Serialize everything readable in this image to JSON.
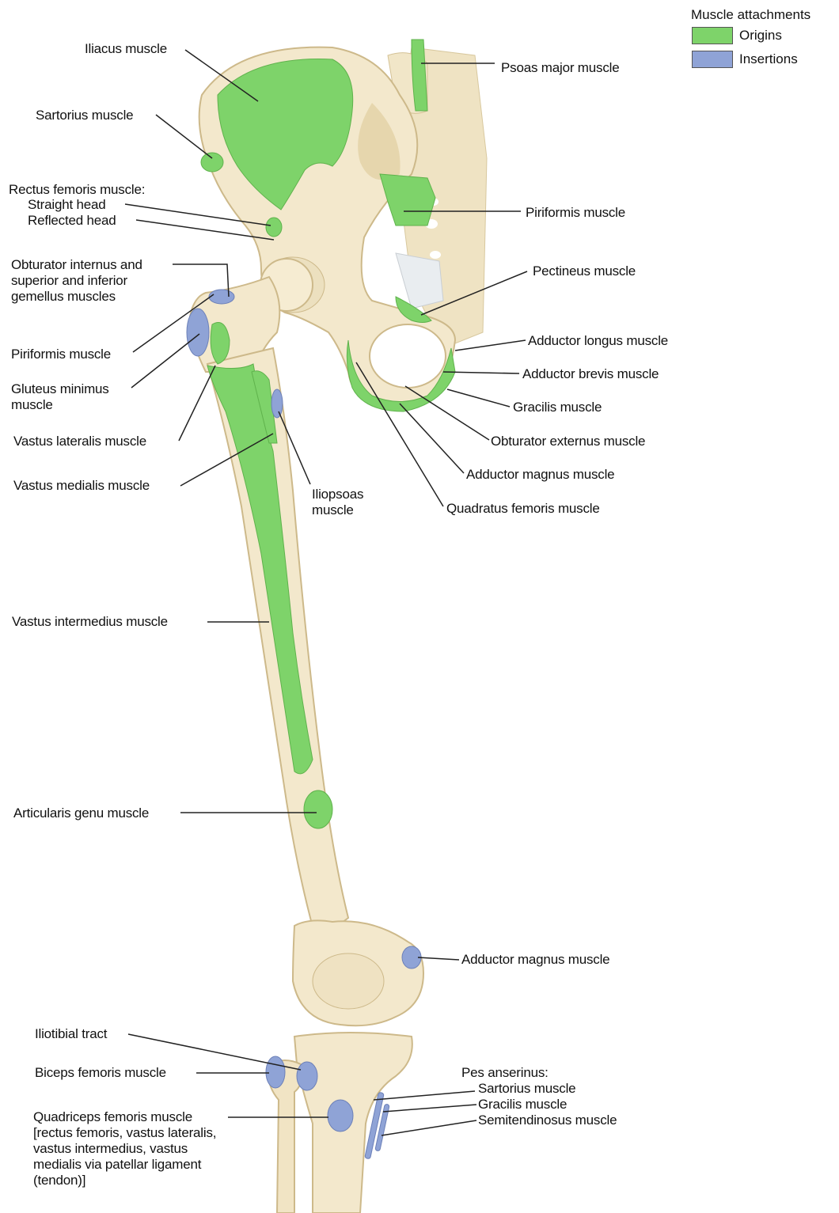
{
  "legend": {
    "title": "Muscle attachments",
    "origins_label": "Origins",
    "insertions_label": "Insertions",
    "origins_color": "#7ed36a",
    "insertions_color": "#8fa3d6"
  },
  "colors": {
    "bone": "#f3e8cc",
    "bone_shadow": "#d9c59a",
    "origin": "#7ed36a",
    "insertion": "#8fa3d6",
    "line": "#222222"
  },
  "labels": {
    "iliacus": "Iliacus muscle",
    "psoas_major": "Psoas major muscle",
    "sartorius_top": "Sartorius muscle",
    "rectus_femoris": "Rectus femoris muscle:",
    "straight_head": "Straight head",
    "reflected_head": "Reflected head",
    "piriformis_right": "Piriformis muscle",
    "obturator_internus": "Obturator internus and superior and inferior gemellus muscles",
    "pectineus": "Pectineus muscle",
    "adductor_longus": "Adductor longus muscle",
    "piriformis_left": "Piriformis muscle",
    "adductor_brevis": "Adductor brevis muscle",
    "gluteus_minimus": "Gluteus minimus muscle",
    "gracilis_top": "Gracilis muscle",
    "vastus_lateralis": "Vastus lateralis muscle",
    "obturator_externus": "Obturator externus muscle",
    "adductor_magnus_top": "Adductor magnus muscle",
    "vastus_medialis": "Vastus medialis muscle",
    "iliopsoas": "Iliopsoas muscle",
    "quadratus_femoris": "Quadratus femoris muscle",
    "vastus_intermedius": "Vastus intermedius muscle",
    "articularis_genu": "Articularis genu muscle",
    "adductor_magnus_knee": "Adductor magnus muscle",
    "iliotibial_tract": "Iliotibial tract",
    "biceps_femoris": "Biceps femoris muscle",
    "pes_anserinus": "Pes anserinus:",
    "sartorius_bottom": "Sartorius muscle",
    "gracilis_bottom": "Gracilis muscle",
    "semitendinosus": "Semitendinosus muscle",
    "quadriceps_femoris": "Quadriceps femoris muscle [rectus femoris, vastus lateralis, vastus intermedius, vastus medialis via patellar ligament (tendon)]"
  }
}
